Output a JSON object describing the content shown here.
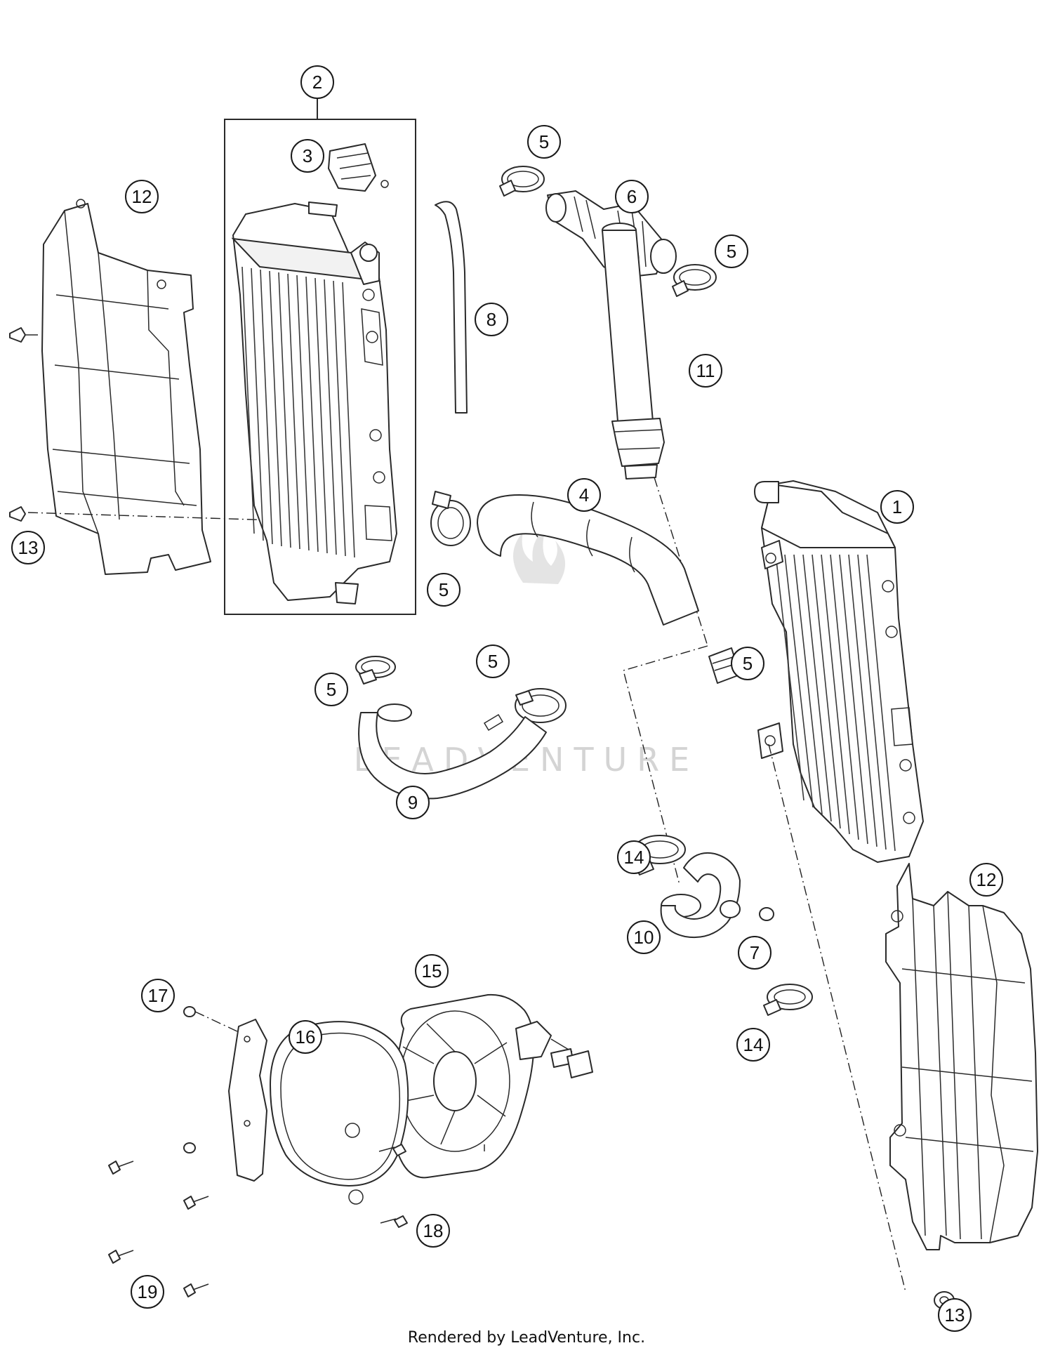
{
  "callouts": [
    {
      "id": "c2",
      "label": "2"
    },
    {
      "id": "c3",
      "label": "3"
    },
    {
      "id": "c12a",
      "label": "12"
    },
    {
      "id": "c13a",
      "label": "13"
    },
    {
      "id": "c5a",
      "label": "5"
    },
    {
      "id": "c6",
      "label": "6"
    },
    {
      "id": "c5b",
      "label": "5"
    },
    {
      "id": "c8",
      "label": "8"
    },
    {
      "id": "c11",
      "label": "11"
    },
    {
      "id": "c4",
      "label": "4"
    },
    {
      "id": "c1",
      "label": "1"
    },
    {
      "id": "c5c",
      "label": "5"
    },
    {
      "id": "c5d",
      "label": "5"
    },
    {
      "id": "c5e",
      "label": "5"
    },
    {
      "id": "c5f",
      "label": "5"
    },
    {
      "id": "c9",
      "label": "9"
    },
    {
      "id": "c14a",
      "label": "14"
    },
    {
      "id": "c10",
      "label": "10"
    },
    {
      "id": "c7",
      "label": "7"
    },
    {
      "id": "c14b",
      "label": "14"
    },
    {
      "id": "c12b",
      "label": "12"
    },
    {
      "id": "c15",
      "label": "15"
    },
    {
      "id": "c17",
      "label": "17"
    },
    {
      "id": "c16",
      "label": "16"
    },
    {
      "id": "c18",
      "label": "18"
    },
    {
      "id": "c19",
      "label": "19"
    },
    {
      "id": "c13b",
      "label": "13"
    }
  ],
  "watermark": "LEADVENTURE",
  "footer": "Rendered by LeadVenture, Inc."
}
